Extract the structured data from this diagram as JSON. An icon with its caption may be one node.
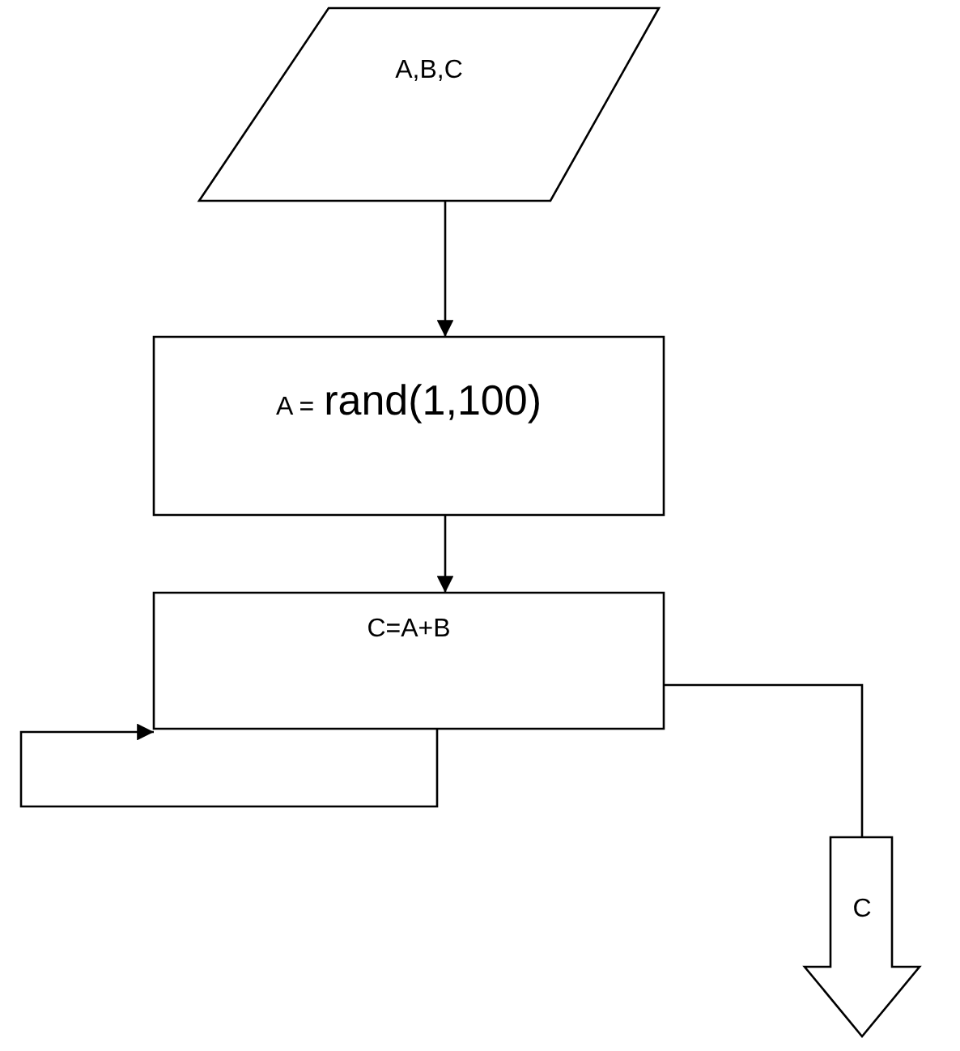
{
  "diagram": {
    "nodes": [
      {
        "text": [
          "A,B,C"
        ]
      },
      {
        "text": [
          "A =",
          "rand(1,100)"
        ]
      },
      {
        "text": [
          "C=A+B"
        ]
      },
      {
        "text": [
          "C"
        ]
      }
    ],
    "edges": [
      {
        "from": 0,
        "to": 1,
        "arrow": "to"
      },
      {
        "from": 1,
        "to": 2,
        "arrow": "to"
      },
      {
        "from": 2,
        "to": 2,
        "arrow": "to"
      },
      {
        "from": 2,
        "to": 3,
        "arrow": "none"
      }
    ]
  }
}
